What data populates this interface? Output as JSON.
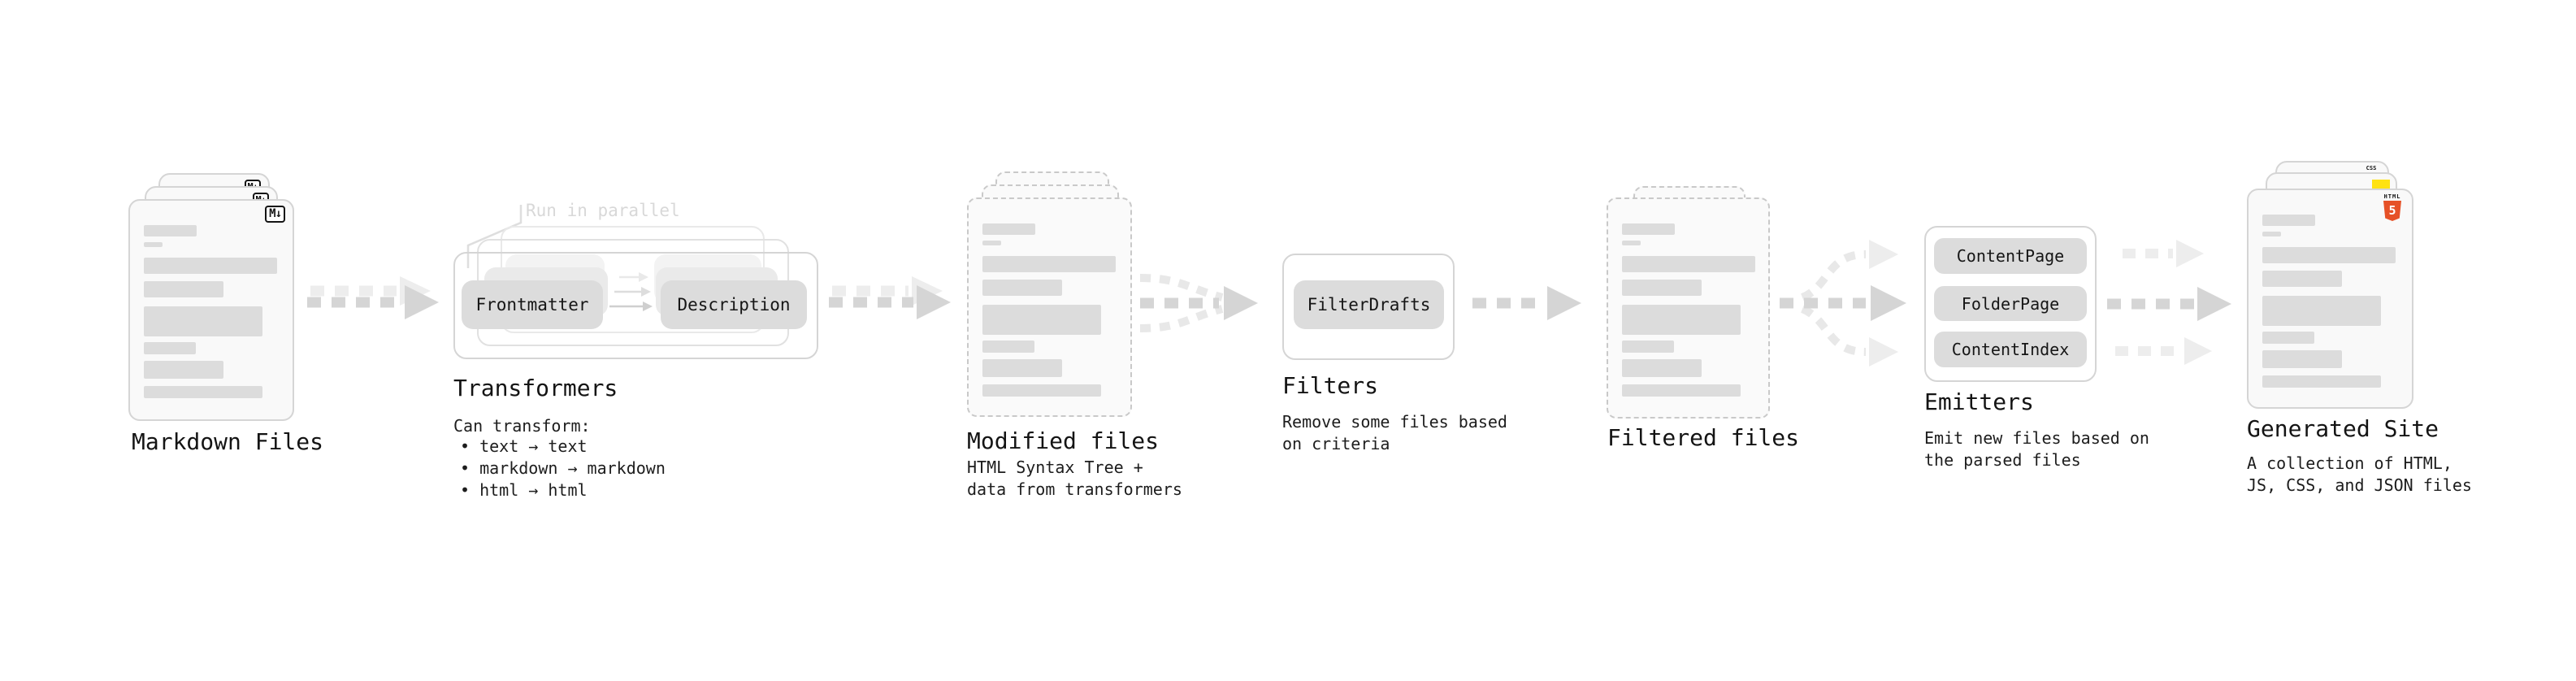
{
  "colors": {
    "background": "#ffffff",
    "card_fill": "#f9f9f9",
    "card_border": "#d5d5d5",
    "node_fill": "#dcdcdc",
    "arrow_dark": "#d5d5d5",
    "arrow_light": "#ededed",
    "html5_orange": "#e65127",
    "css_blue": "#3b6fe8",
    "js_yellow": "#ffe212"
  },
  "stage_markdown": {
    "label": "Markdown Files",
    "badge": "M↓"
  },
  "stage_transformers": {
    "title": "Transformers",
    "annotation": "Run in parallel",
    "node_frontmatter": "Frontmatter",
    "node_description": "Description",
    "desc_heading": "Can transform:",
    "bullets": [
      "• text → text",
      "• markdown → markdown",
      "• html → html"
    ]
  },
  "stage_modified": {
    "label": "Modified files",
    "description": "HTML Syntax Tree +\ndata from transformers"
  },
  "stage_filters": {
    "title": "Filters",
    "node": "FilterDrafts",
    "description": "Remove some files based\non criteria"
  },
  "stage_filtered": {
    "label": "Filtered files"
  },
  "stage_emitters": {
    "title": "Emitters",
    "nodes": [
      "ContentPage",
      "FolderPage",
      "ContentIndex"
    ],
    "description": "Emit new files based on\nthe parsed files"
  },
  "stage_generated": {
    "label": "Generated Site",
    "badge_html": "HTML",
    "badge_html_number": "5",
    "badge_css": "CSS",
    "description": "A collection of HTML,\nJS, CSS, and JSON files"
  }
}
